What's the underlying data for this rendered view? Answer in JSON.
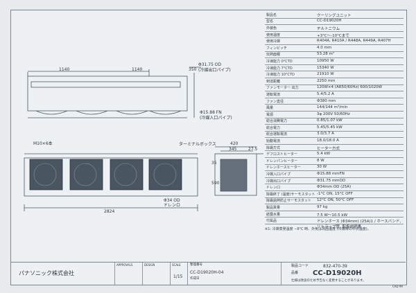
{
  "dims": {
    "top_left_1140": "1140",
    "top_mid_1140": "1140",
    "top_350": "350",
    "pipe_top": "Φ31.75 OD",
    "pipe_top_sub": "(冷媒出口パイプ)",
    "pipe_bottom": "Φ15.88 FN",
    "pipe_bottom_sub": "(冷媒入口パイプ)",
    "m10": "M10×6本",
    "terminal_box": "ターミナルボックス",
    "drain_size": "Φ34 OD",
    "drain": "ドレンロ",
    "total_2824": "2824",
    "side_420": "420",
    "side_345": "345",
    "side_27": "27.5",
    "side_35": "35",
    "side_590": "590"
  },
  "spec": {
    "rows": [
      {
        "label": "製品名",
        "value": "クーリングユニット"
      },
      {
        "label": "型名",
        "value": "CC-D19020H"
      },
      {
        "label": "外装色",
        "value": "ヂルトニウム"
      },
      {
        "label": "使用温度",
        "value": "+3°C〜-10°Cまで"
      },
      {
        "label": "使用冷媒",
        "value": "R404A, R410A / R448A, R449A, R407H"
      },
      {
        "label": "フィンピッチ",
        "value": "4.0 mm"
      },
      {
        "label": "伝熱面積",
        "value": "53.28 m²"
      },
      {
        "label": "冷凍能力 0°CTD",
        "value": "10950 W"
      },
      {
        "label": "冷凍能力 7°CTD",
        "value": "15340 W"
      },
      {
        "label": "冷凍能力 10°CTD",
        "value": "21910 W"
      },
      {
        "label": "到達距離",
        "value": "2250 mm"
      },
      {
        "label": "ファンモーター 出力",
        "value": "120W×4 (AR50/60Hz) 600/1020W"
      },
      {
        "label": "運転電流",
        "value": "5.4/5.2 A"
      },
      {
        "label": "ファン直径",
        "value": "Φ380 mm"
      },
      {
        "label": "風量",
        "value": "144/144 m³/min"
      },
      {
        "label": "電源",
        "value": "3φ 200V 50/60Hz"
      },
      {
        "label": "総合消費電力",
        "value": "0.85/1.07 kW"
      },
      {
        "label": "総合電力",
        "value": "5.45/5.45 kW"
      },
      {
        "label": "総合運転電流",
        "value": "3.0/3.7 A"
      },
      {
        "label": "始動電流",
        "value": "18.0/18.0 A"
      },
      {
        "label": "除霜方式",
        "value": "ヒーター方式"
      },
      {
        "label": "デフロストヒーター",
        "value": "5.4 kW"
      },
      {
        "label": "ドレンパンヒーター",
        "value": "8 W"
      },
      {
        "label": "ドレンホースヒーター",
        "value": "30 W"
      },
      {
        "label": "冷媒入口パイプ",
        "value": "Φ15.88 mmFN"
      },
      {
        "label": "冷媒出口パイプ",
        "value": "Φ31.75 mmOD"
      },
      {
        "label": "ドレン口",
        "value": "Φ34mm OD (25A)"
      },
      {
        "label": "除霜終了 (温度)サーモスタット",
        "value": "-1°C ON, 15°C OFF"
      },
      {
        "label": "除霜過熱防止サーモスタット",
        "value": "12°C ON, 50°C OFF"
      },
      {
        "label": "製品質量",
        "value": "97 kg"
      },
      {
        "label": "結露水量",
        "value": "7.5 W〜10.5 kW"
      },
      {
        "label": "付属品",
        "value": "ドレンホース (Φ34mm) (25A)1 / ホースバンド, リトラップ管, 取扱説明書"
      }
    ],
    "note": "※1: 冷媒蒸発温度 −8°C 時、外気は周囲温度 (冷媒時の中点温度)。"
  },
  "title_block": {
    "company": "パナソニック株式会社",
    "approval": "APPROVALS",
    "design": "DESIGN",
    "scale_label": "SCALE",
    "scale_value": "1/15",
    "drawing_no_label": "整理番号",
    "drawing_no": "CC-D19020H-04",
    "made_by": "作成日",
    "part_no_label": "製品コード",
    "part_no": "832-470-39",
    "product_label": "品番",
    "product": "CC-D19020H",
    "footer": "仕様は改良のため予告なく変更することがあります。",
    "cad": "CAD 99"
  }
}
